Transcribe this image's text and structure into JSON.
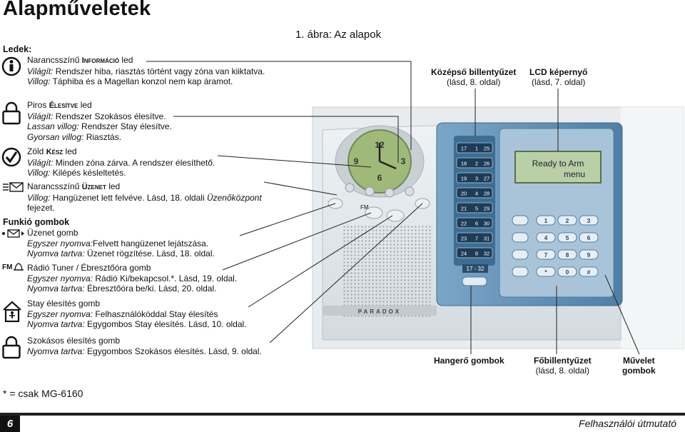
{
  "page": {
    "title": "Alapműveletek",
    "figure_caption": "1. ábra: Az alapok",
    "footnote": "* = csak MG-6160",
    "page_number": "6",
    "footer_text": "Felhasználói útmutató"
  },
  "leds": {
    "heading": "Ledek:",
    "info": {
      "pre": "Narancsszínű ",
      "name": "Információ",
      "post": " led",
      "l1_label": "Világít:",
      "l1_text": " Rendszer hiba, riasztás történt vagy zóna van kiiktatva.",
      "l2_label": "Villog:",
      "l2_text": " Táphiba és a Magellan konzol nem kap áramot."
    },
    "arm": {
      "pre": "Piros ",
      "name": "Élesítve",
      "post": " led",
      "l1_label": "Világít:",
      "l1_text": " Rendszer Szokásos élesítve.",
      "l2_label": "Lassan villog:",
      "l2_text": " Rendszer Stay élesítve.",
      "l3_label": "Gyorsan villog:",
      "l3_text": " Riasztás."
    },
    "ready": {
      "pre": "Zöld ",
      "name": "Kész",
      "post": " led",
      "l1_label": "Világít:",
      "l1_text": " Minden zóna zárva. A rendszer élesíthető.",
      "l2_label": "Villog:",
      "l2_text": " Kilépés késleltetés."
    },
    "message": {
      "pre": "Narancsszínű ",
      "name": "Üzenet",
      "post": " led",
      "l1_label": "Villog:",
      "l1_text": " Hangüzenet lett felvéve. Lásd, 18. oldali ",
      "l1_link": "Üzenőközpont",
      "l1_end": "fejezet."
    }
  },
  "functions": {
    "heading": "Funkió gombok",
    "msg": {
      "title": "Üzenet gomb",
      "l1_label": "Egyszer nyomva:",
      "l1_text": "Felvett hangüzenet lejátszása.",
      "l2_label": "Nyomva tartva:",
      "l2_text": " Üzenet rögzítése. Lásd, 18. oldal."
    },
    "radio": {
      "fm_label": "FM",
      "title": "Rádió Tuner / Ébresztőóra gomb",
      "l1_label": "Egyszer nyomva:",
      "l1_text": " Rádió Ki/bekapcsol.*. Lásd, 19. oldal.",
      "l2_label": "Nyomva tartva:",
      "l2_text": " Ébresztőóra be/ki. Lásd, 20. oldal."
    },
    "stay": {
      "title": "Stay élesítés gomb",
      "l1_label": "Egyszer nyomva:",
      "l1_text": " Felhasználókóddal Stay élesítés",
      "l2_label": "Nyomva tartva:",
      "l2_text": " Egygombos Stay élesítés. Lásd, 10. oldal."
    },
    "regular": {
      "title": "Szokásos élesítés gomb",
      "l1_label": "Nyomva tartva:",
      "l1_text": " Egygombos Szokásos élesítés. Lásd, 9. oldal."
    }
  },
  "callouts": {
    "center_key": {
      "title": "Középső billentyűzet",
      "sub": "(lásd, 8. oldal)"
    },
    "lcd": {
      "title": "LCD képernyő",
      "sub": "(lásd, 7. oldal)"
    },
    "volume": {
      "title": "Hangerő gombok"
    },
    "main_keypad": {
      "title": "Főbillentyűzet",
      "sub": "(lásd, 8. oldal)"
    },
    "action": {
      "title1": "Művelet",
      "title2": "gombok"
    }
  },
  "device": {
    "lcd_line1": "Ready to Arm",
    "lcd_line2": "menu",
    "brand": "PARADOX",
    "fm_label": "FM",
    "zone_range": "17 - 32",
    "zones_left": [
      "17",
      "18",
      "19",
      "20",
      "21",
      "22",
      "23",
      "24"
    ],
    "zones_right": [
      "25",
      "26",
      "27",
      "28",
      "29",
      "30",
      "31",
      "32"
    ],
    "zones_mid": [
      "1",
      "2",
      "3",
      "4",
      "5",
      "6",
      "7",
      "8"
    ],
    "keys": [
      "1",
      "2",
      "3",
      "4",
      "5",
      "6",
      "7",
      "8",
      "9",
      "*",
      "0",
      "#"
    ],
    "clock_numbers": [
      "12",
      "3",
      "6",
      "9"
    ],
    "colors": {
      "panel": "#dfe6ea",
      "lcd": "#b9cfa6",
      "blue_panel": "#5b8bb0",
      "clock": "#9fb978"
    }
  }
}
